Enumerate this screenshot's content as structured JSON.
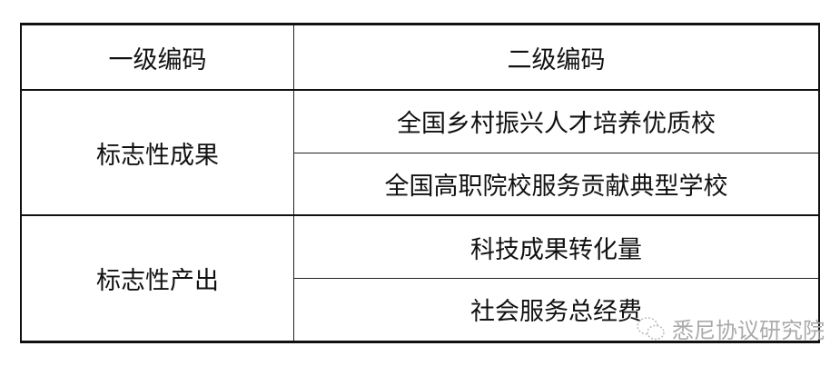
{
  "table": {
    "headers": [
      "一级编码",
      "二级编码"
    ],
    "groups": [
      {
        "level1": "标志性成果",
        "level2": [
          "全国乡村振兴人才培养优质校",
          "全国高职院校服务贡献典型学校"
        ]
      },
      {
        "level1": "标志性产出",
        "level2": [
          "科技成果转化量",
          "社会服务总经费"
        ]
      }
    ]
  },
  "watermark": "悉尼协议研究院"
}
